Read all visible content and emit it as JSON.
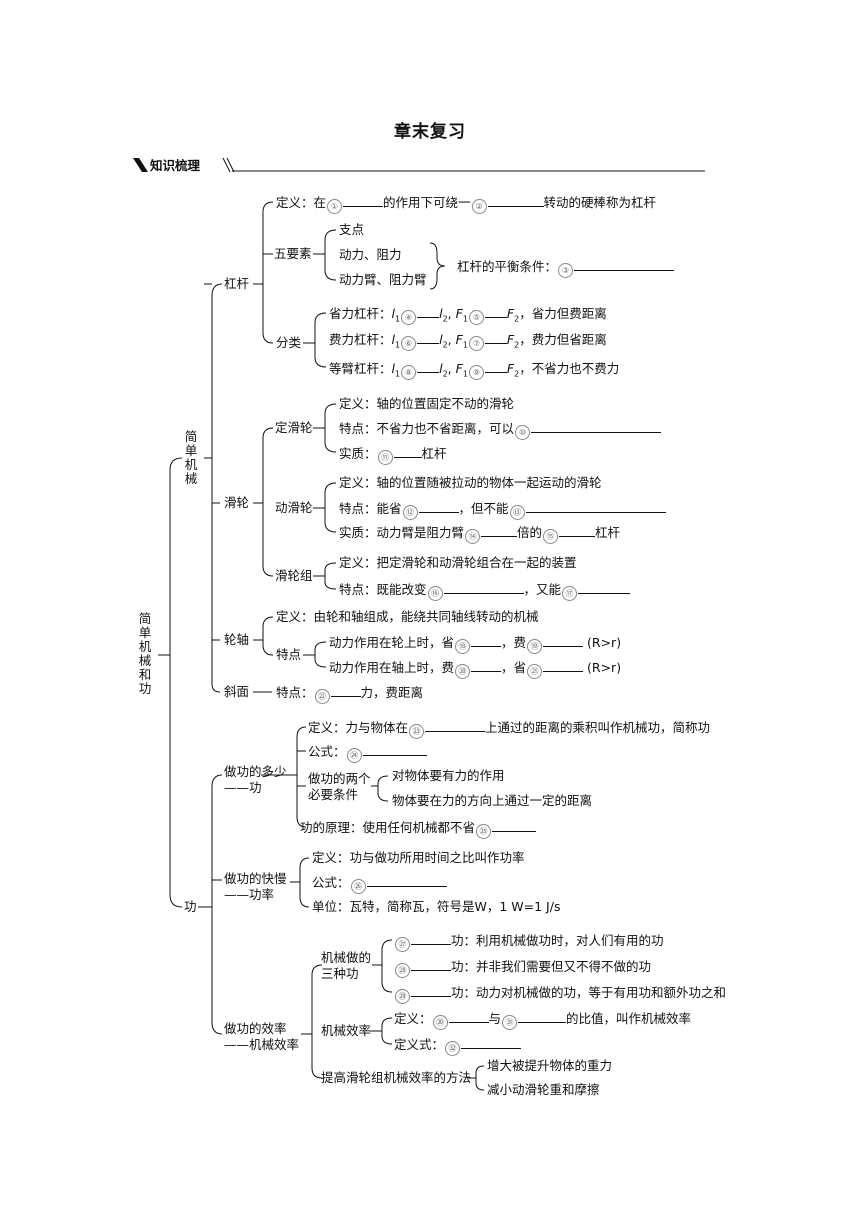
{
  "title": "章末复习",
  "section_label": "知识梳理",
  "root": "简单机械和功",
  "simple_machines": "简单机械",
  "lever": {
    "label": "杠杆",
    "def_a": "定义：在",
    "def_b": "的作用下可绕一",
    "def_c": "转动的硬棒称为杠杆",
    "five": "五要素",
    "e1": "支点",
    "e2": "动力、阻力",
    "e3": "动力臂、阻力臂",
    "balance": "杠杆的平衡条件：",
    "classify": "分类",
    "save_a": "省力杠杆：",
    "save_b": "，省力但费距离",
    "cost_a": "费力杠杆：",
    "cost_b": "，费力但省距离",
    "eq_a": "等臂杠杆：",
    "eq_b": "，不省力也不费力"
  },
  "pulley": {
    "label": "滑轮",
    "fixed": "定滑轮",
    "fixed_def": "定义：轴的位置固定不动的滑轮",
    "fixed_feat": "特点：不省力也不省距离，可以",
    "fixed_ess_a": "实质：",
    "fixed_ess_b": "杠杆",
    "mov": "动滑轮",
    "mov_def": "定义：轴的位置随被拉动的物体一起运动的滑轮",
    "mov_feat_a": "特点：能省",
    "mov_feat_b": "，但不能",
    "mov_ess_a": "实质：动力臂是阻力臂",
    "mov_ess_b": "倍的",
    "mov_ess_c": "杠杆",
    "group": "滑轮组",
    "group_def": "定义：把定滑轮和动滑轮组合在一起的装置",
    "group_feat_a": "特点：既能改变",
    "group_feat_b": "，又能"
  },
  "axle": {
    "label": "轮轴",
    "def": "定义：由轮和轴组成，能绕共同轴线转动的机械",
    "feat": "特点",
    "f1_a": "动力作用在轮上时，省",
    "f1_b": "，费",
    "f2_a": "动力作用在轴上时，费",
    "f2_b": "，省",
    "cond": "(R>r)"
  },
  "slope": {
    "label": "斜面",
    "feat_a": "特点：",
    "feat_b": "力，费距离"
  },
  "work": {
    "label": "功",
    "amount": "做功的多少",
    "amount2": "——功",
    "def_a": "定义：力与物体在",
    "def_b": "上通过的距离的乘积叫作机械功，简称功",
    "formula": "公式：",
    "need1": "做功的两个",
    "need2": "必要条件",
    "c1": "对物体要有力的作用",
    "c2": "物体要在力的方向上通过一定的距离",
    "principle": "功的原理：使用任何机械都不省",
    "speed": "做功的快慢",
    "speed2": "——功率",
    "p_def": "定义：功与做功所用时间之比叫作功率",
    "p_formula": "公式：",
    "p_unit": "单位：瓦特，简称瓦，符号是W，1 W=1 J/s",
    "eff": "做功的效率",
    "eff2": "——机械效率",
    "three1": "机械做的",
    "three2": "三种功",
    "w1": "功：利用机械做功时，对人们有用的功",
    "w2": "功：并非我们需要但又不得不做的功",
    "w3": "功：动力对机械做的功，等于有用功和额外功之和",
    "me": "机械效率",
    "me_def_a": "定义：",
    "me_def_b": "与",
    "me_def_c": "的比值，叫作机械效率",
    "me_formula": "定义式：",
    "improve": "提高滑轮组机械效率的方法",
    "i1": "增大被提升物体的重力",
    "i2": "减小动滑轮重和摩擦"
  },
  "nums": [
    "①",
    "②",
    "③",
    "④",
    "⑤",
    "⑥",
    "⑦",
    "⑧",
    "⑨",
    "⑩",
    "⑪",
    "⑫",
    "⑬",
    "⑭",
    "⑮",
    "⑯",
    "⑰",
    "⑱",
    "⑲",
    "⑳",
    "㉑",
    "㉒",
    "㉓",
    "㉔",
    "㉕",
    "㉖",
    "㉗",
    "㉘",
    "㉙",
    "㉚",
    "㉛",
    "㉜"
  ]
}
